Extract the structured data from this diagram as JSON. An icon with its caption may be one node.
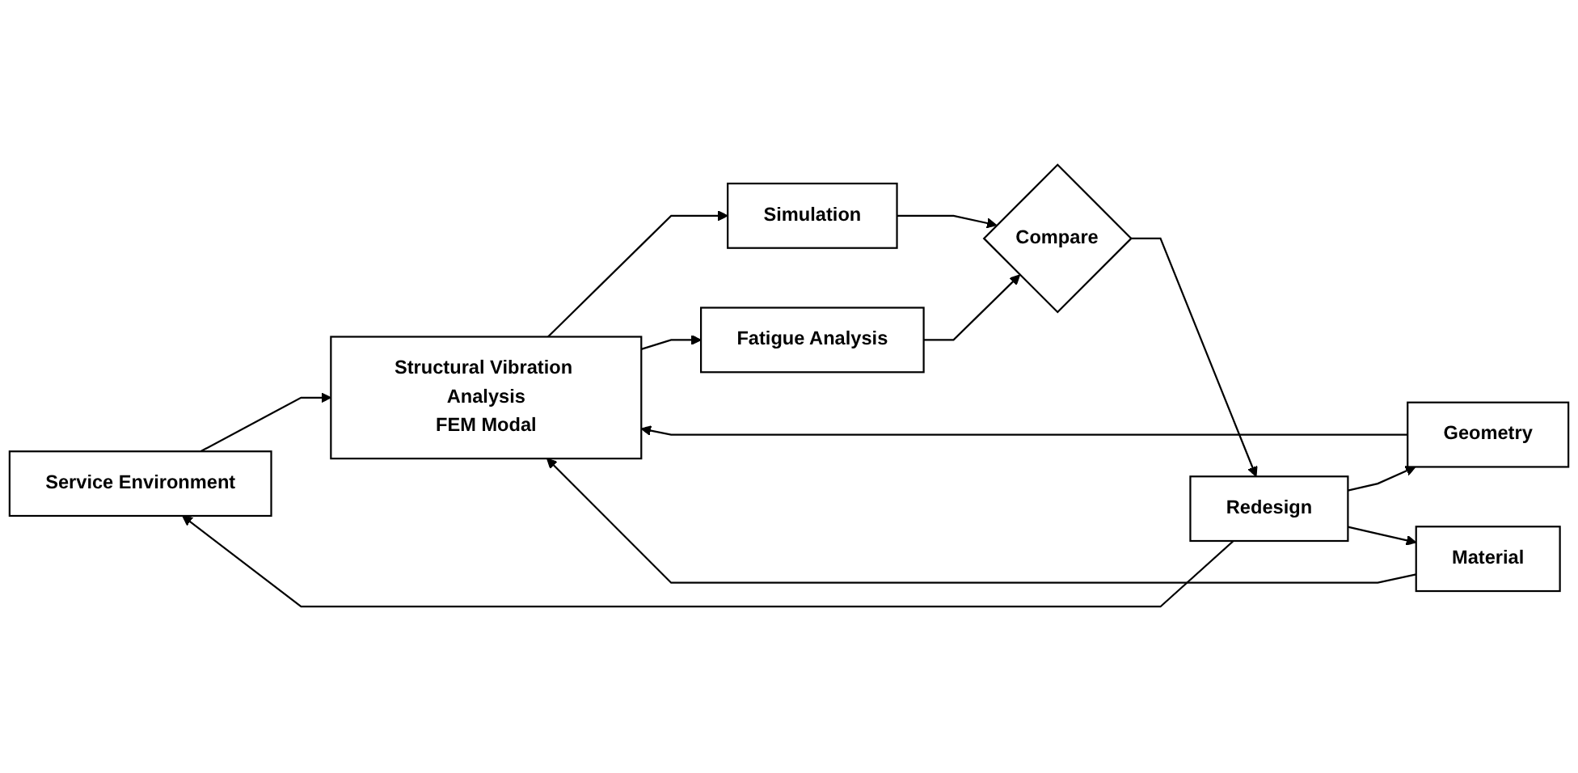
{
  "diagram": {
    "nodes": [
      {
        "text": [
          "Service Environment"
        ]
      },
      {
        "text": [
          "Geometry"
        ]
      },
      {
        "text": [
          "Material"
        ]
      },
      {
        "text": [
          "Structural Vibration Analysis",
          "FEM Modal"
        ]
      },
      {
        "text": [
          "Simulation"
        ]
      },
      {
        "text": [
          "Fatigue Analysis"
        ]
      },
      {
        "text": [
          "Compare"
        ]
      },
      {
        "text": [
          "Redesign"
        ]
      }
    ],
    "edges": [
      {
        "from": 0,
        "to": 3,
        "arrow": "to"
      },
      {
        "from": 1,
        "to": 3,
        "arrow": "to"
      },
      {
        "from": 2,
        "to": 3,
        "arrow": "to"
      },
      {
        "from": 3,
        "to": 4,
        "arrow": "to"
      },
      {
        "from": 3,
        "to": 5,
        "arrow": "to"
      },
      {
        "from": 4,
        "to": 6,
        "arrow": "to"
      },
      {
        "from": 5,
        "to": 6,
        "arrow": "to"
      },
      {
        "from": 6,
        "to": 7,
        "arrow": "to"
      },
      {
        "from": 7,
        "to": 0,
        "arrow": "to"
      },
      {
        "from": 7,
        "to": 1,
        "arrow": "to"
      },
      {
        "from": 7,
        "to": 2,
        "arrow": "to"
      }
    ]
  }
}
